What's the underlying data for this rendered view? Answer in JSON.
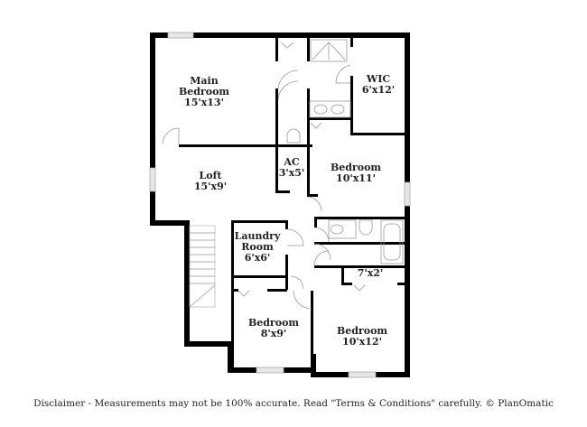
{
  "floorplan": {
    "rooms": [
      {
        "id": "main-bedroom",
        "name": "Main Bedroom",
        "name_line1": "Main",
        "name_line2": "Bedroom",
        "dimensions": "15'x13'"
      },
      {
        "id": "wic",
        "name": "WIC",
        "dimensions": "6'x12'"
      },
      {
        "id": "loft",
        "name": "Loft",
        "dimensions": "15'x9'"
      },
      {
        "id": "ac",
        "name": "AC",
        "dimensions": "3'x5'"
      },
      {
        "id": "bedroom-2",
        "name": "Bedroom",
        "dimensions": "10'x11'"
      },
      {
        "id": "laundry",
        "name": "Laundry Room",
        "name_line1": "Laundry",
        "name_line2": "Room",
        "dimensions": "6'x6'"
      },
      {
        "id": "closet",
        "name": "",
        "dimensions": "7'x2'"
      },
      {
        "id": "bedroom-3",
        "name": "Bedroom",
        "dimensions": "8'x9'"
      },
      {
        "id": "bedroom-4",
        "name": "Bedroom",
        "dimensions": "10'x12'"
      }
    ],
    "fixtures": [
      "shower",
      "double-vanity-sinks",
      "toilet",
      "sink",
      "toilet",
      "bathtub",
      "staircase"
    ],
    "colors": {
      "wall": "#000000",
      "fixture_line": "#999999",
      "window": "#dddddd",
      "background": "#ffffff"
    }
  },
  "footer": {
    "disclaimer": "Disclaimer - Measurements may not be 100% accurate. Read \"Terms & Conditions\" carefully. © PlanOmatic"
  }
}
